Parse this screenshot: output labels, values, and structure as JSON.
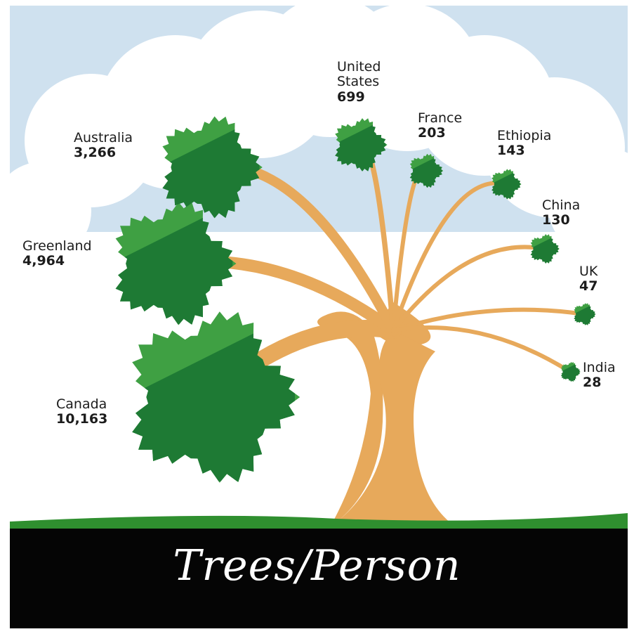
{
  "title": "Trees/Person",
  "colors": {
    "sky": "#cfe1ef",
    "cloud": "#ffffff",
    "trunk": "#e7a95b",
    "leaf_light": "#3fa043",
    "leaf_dark": "#1e7a34",
    "grass": "#2f8f2f",
    "ground": "#050505",
    "title": "#ffffff"
  },
  "chart_data": {
    "type": "pictorial",
    "title": "Trees/Person",
    "categories": [
      "Canada",
      "Greenland",
      "Australia",
      "United States",
      "France",
      "Ethiopia",
      "China",
      "UK",
      "India"
    ],
    "values": [
      10163,
      4964,
      3266,
      699,
      203,
      143,
      130,
      47,
      28
    ],
    "value_labels": [
      "10,163",
      "4,964",
      "3,266",
      "699",
      "203",
      "143",
      "130",
      "47",
      "28"
    ],
    "label_lines": [
      [
        "Canada"
      ],
      [
        "Greenland"
      ],
      [
        "Australia"
      ],
      [
        "United",
        "States"
      ],
      [
        "France"
      ],
      [
        "Ethiopia"
      ],
      [
        "China"
      ],
      [
        "UK"
      ],
      [
        "India"
      ]
    ]
  }
}
